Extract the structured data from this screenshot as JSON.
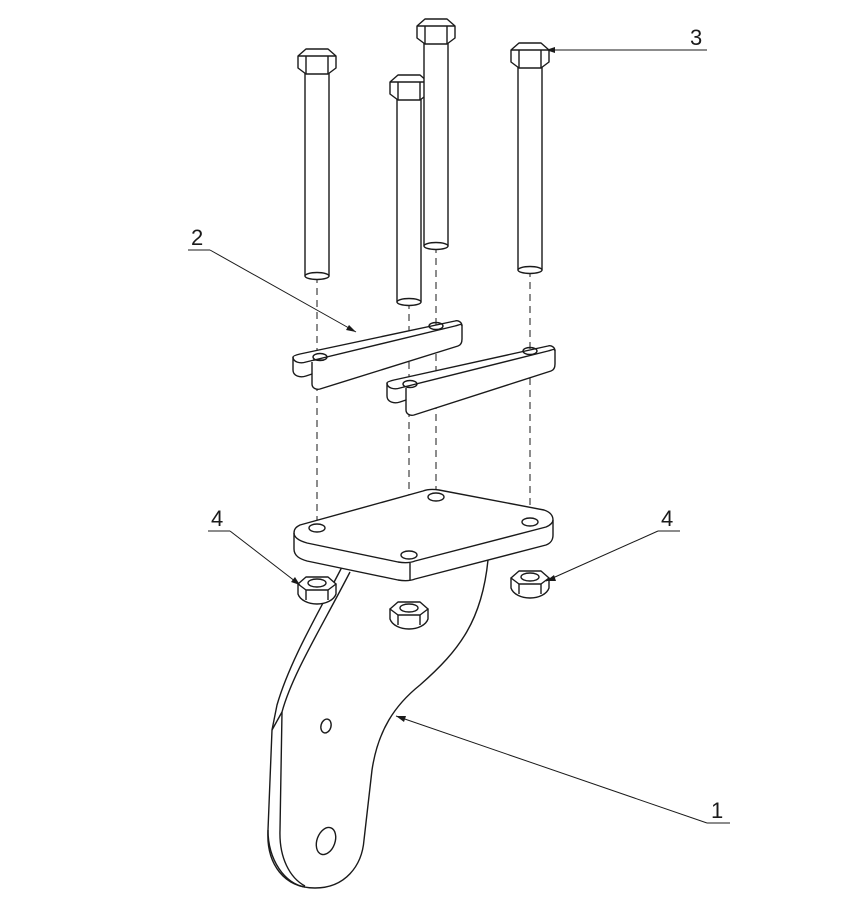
{
  "diagram": {
    "callouts": [
      {
        "id": "callout-1",
        "text": "1",
        "part": "bracket"
      },
      {
        "id": "callout-2",
        "text": "2",
        "part": "spacer-washer"
      },
      {
        "id": "callout-3",
        "text": "3",
        "part": "hex-bolt"
      },
      {
        "id": "callout-4a",
        "text": "4",
        "part": "lock-nut"
      },
      {
        "id": "callout-4b",
        "text": "4",
        "part": "lock-nut"
      }
    ],
    "colors": {
      "line": "#1a1a1a",
      "background": "#ffffff"
    }
  }
}
